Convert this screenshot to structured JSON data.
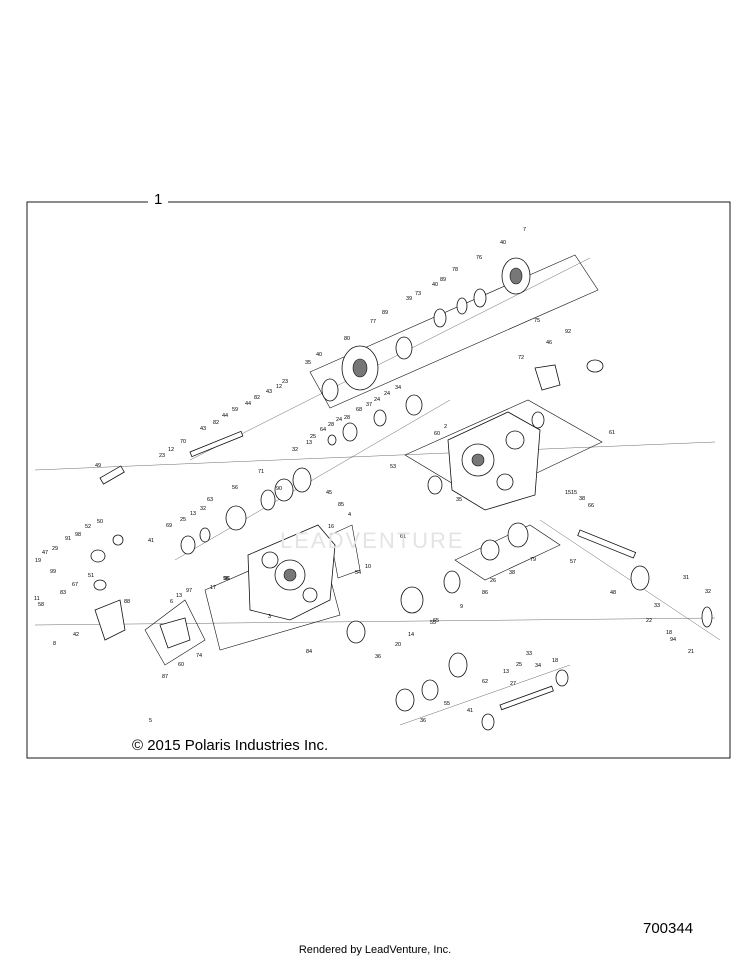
{
  "frame_label": "1",
  "copyright": "© 2015 Polaris Industries Inc.",
  "diagram_id": "700344",
  "footer": "Rendered by LeadVenture, Inc.",
  "watermark": "LEADVENTURE",
  "callouts": [
    "7",
    "40",
    "76",
    "78",
    "40",
    "89",
    "73",
    "39",
    "75",
    "89",
    "77",
    "80",
    "92",
    "46",
    "72",
    "35",
    "40",
    "23",
    "12",
    "43",
    "82",
    "44",
    "59",
    "44",
    "82",
    "43",
    "70",
    "12",
    "23",
    "34",
    "24",
    "28",
    "24",
    "37",
    "68",
    "24",
    "28",
    "64",
    "25",
    "13",
    "32",
    "49",
    "2",
    "60",
    "61",
    "71",
    "90",
    "45",
    "85",
    "4",
    "53",
    "56",
    "63",
    "15",
    "32",
    "13",
    "25",
    "69",
    "41",
    "35",
    "15",
    "38",
    "66",
    "16",
    "96",
    "61",
    "98",
    "52",
    "50",
    "91",
    "29",
    "47",
    "19",
    "99",
    "11",
    "58",
    "83",
    "67",
    "51",
    "88",
    "42",
    "8",
    "10",
    "54",
    "57",
    "79",
    "26",
    "38",
    "48",
    "31",
    "33",
    "32",
    "22",
    "18",
    "94",
    "21",
    "97",
    "96",
    "17",
    "6",
    "13",
    "3",
    "84",
    "74",
    "60",
    "87",
    "5",
    "9",
    "86",
    "55",
    "14",
    "20",
    "36",
    "65",
    "25",
    "13",
    "33",
    "62",
    "34",
    "18",
    "27",
    "55",
    "41",
    "36"
  ]
}
